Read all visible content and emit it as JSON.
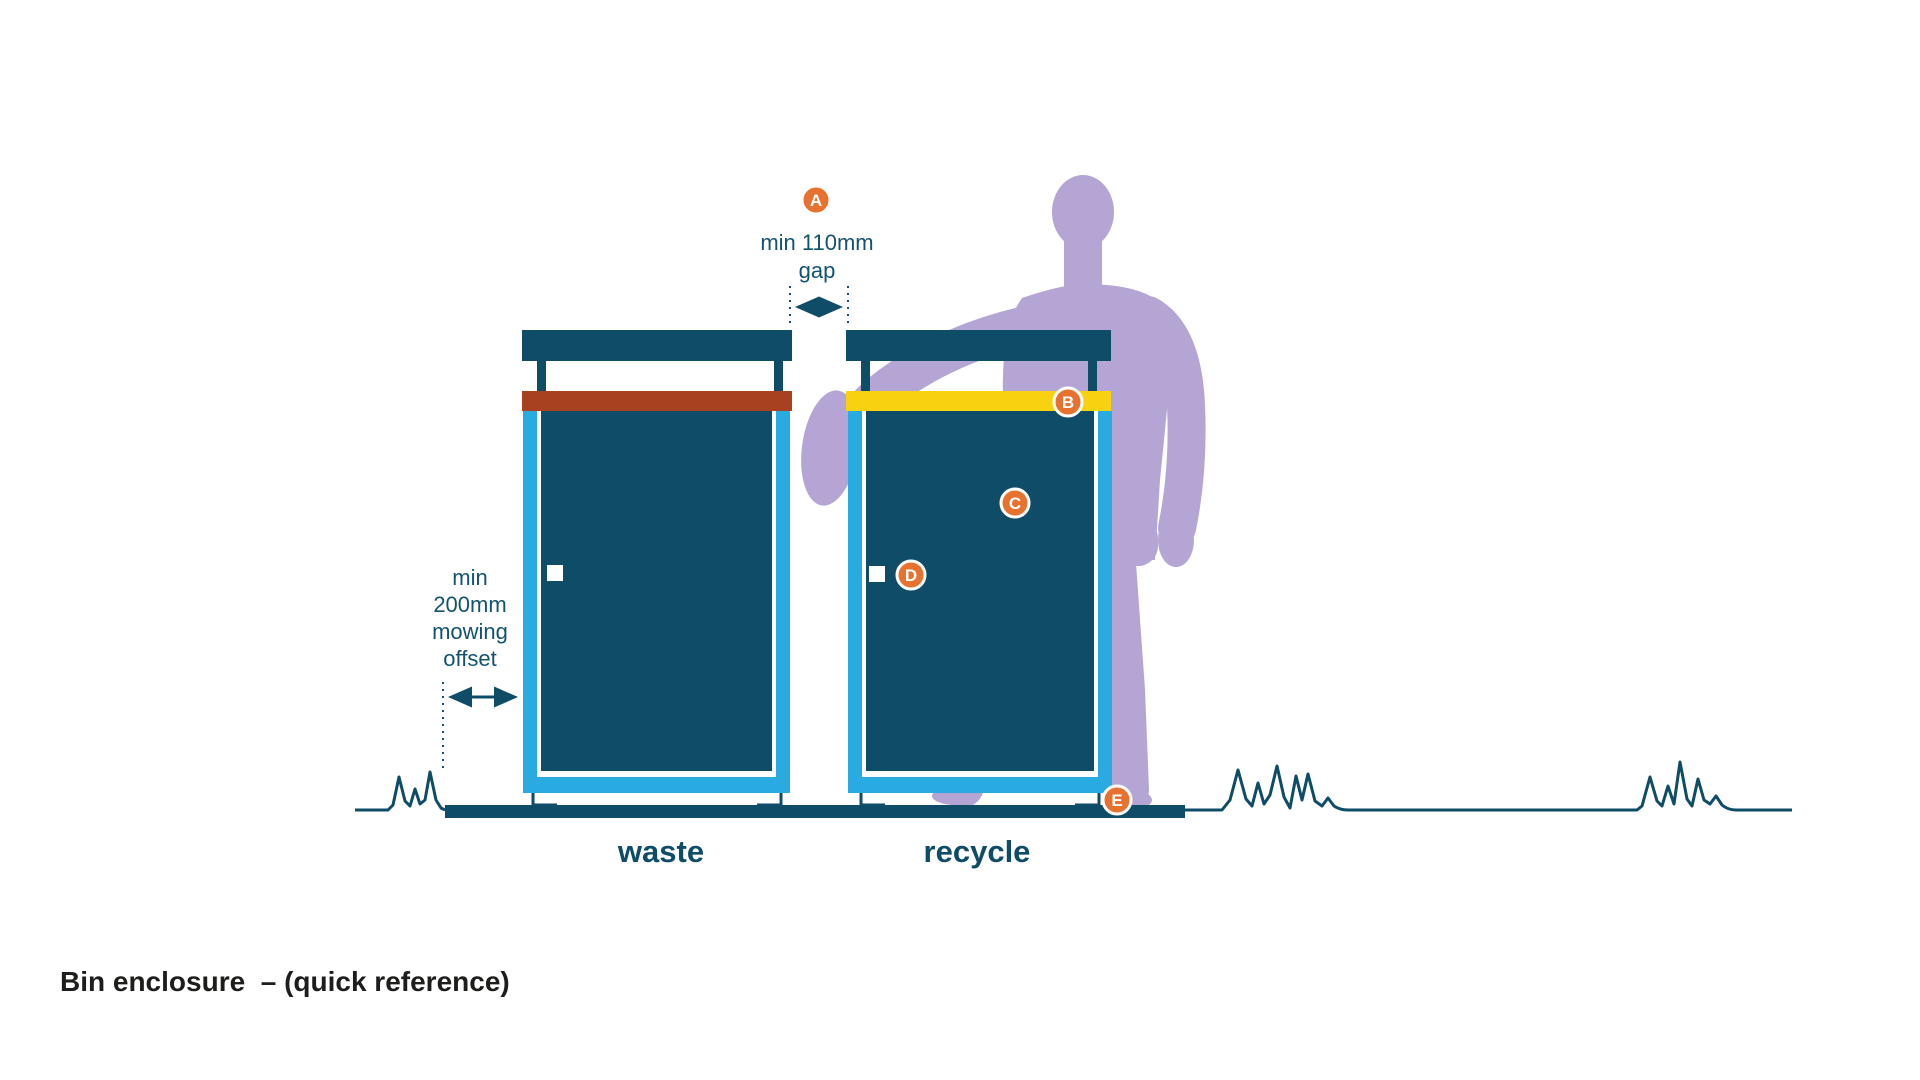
{
  "title": "Bin enclosure  – (quick reference)",
  "diagram": {
    "dim_gap": {
      "line1": "min 110mm",
      "line2": "gap"
    },
    "dim_offset": {
      "lines": [
        "min",
        "200mm",
        "mowing",
        "offset"
      ]
    },
    "bins": [
      {
        "label": "waste",
        "lid_color": "#a8411f"
      },
      {
        "label": "recycle",
        "lid_color": "#f8d210"
      }
    ],
    "markers": [
      {
        "letter": "A"
      },
      {
        "letter": "B"
      },
      {
        "letter": "C"
      },
      {
        "letter": "D"
      },
      {
        "letter": "E"
      }
    ],
    "colors": {
      "structure": "#0e4c67",
      "panel": "#29abe2",
      "waste_lid": "#a8411f",
      "recycle_lid": "#f8d210",
      "marker": "#e7712f",
      "person": "#b5a5d5",
      "dimension_text": "#14536f",
      "title_text": "#1d1d1b"
    }
  }
}
